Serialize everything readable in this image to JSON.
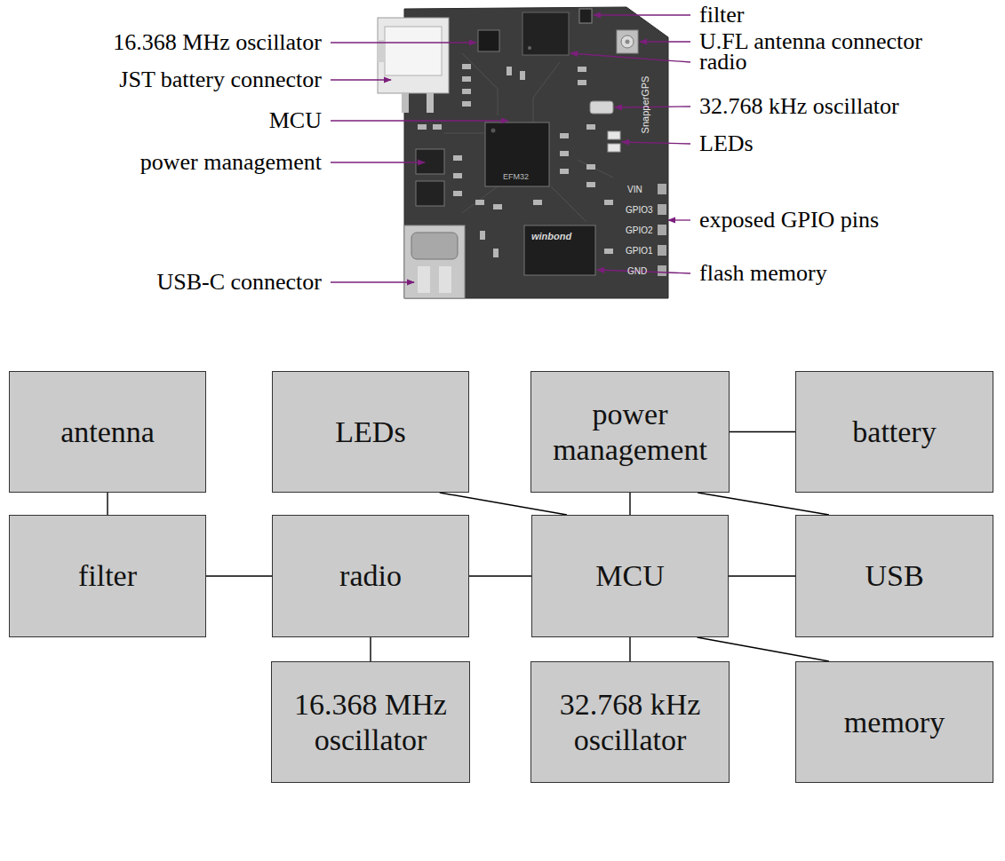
{
  "diagram": {
    "nodes": [
      {
        "text": [
          "antenna"
        ]
      },
      {
        "text": [
          "LEDs"
        ]
      },
      {
        "text": [
          "power management"
        ]
      },
      {
        "text": [
          "battery"
        ]
      },
      {
        "text": [
          "filter"
        ]
      },
      {
        "text": [
          "radio"
        ]
      },
      {
        "text": [
          "MCU"
        ]
      },
      {
        "text": [
          "USB"
        ]
      },
      {
        "text": [
          "16.368 MHz oscillator"
        ]
      },
      {
        "text": [
          "32.768 kHz oscillator"
        ]
      },
      {
        "text": [
          "memory"
        ]
      }
    ],
    "edges": [
      {
        "from": 0,
        "to": 4,
        "arrow": "none"
      },
      {
        "from": 4,
        "to": 5,
        "arrow": "none"
      },
      {
        "from": 5,
        "to": 6,
        "arrow": "none"
      },
      {
        "from": 6,
        "to": 7,
        "arrow": "none"
      },
      {
        "from": 1,
        "to": 6,
        "arrow": "none"
      },
      {
        "from": 2,
        "to": 6,
        "arrow": "none"
      },
      {
        "from": 2,
        "to": 3,
        "arrow": "none"
      },
      {
        "from": 2,
        "to": 7,
        "arrow": "none"
      },
      {
        "from": 5,
        "to": 8,
        "arrow": "none"
      },
      {
        "from": 6,
        "to": 9,
        "arrow": "none"
      },
      {
        "from": 6,
        "to": 10,
        "arrow": "none"
      }
    ],
    "labels": [
      "16.368 MHz oscillator",
      "JST battery connector",
      "MCU",
      "power management",
      "USB-C connector",
      "filter",
      "U.FL antenna connector",
      "radio",
      "32.768 kHz oscillator",
      "LEDs",
      "exposed GPIO pins",
      "flash memory",
      "SnapperGPS",
      "EFM32",
      "VIN",
      "GPIO3",
      "GPIO2",
      "GPIO1",
      "GND",
      "winbond"
    ]
  }
}
